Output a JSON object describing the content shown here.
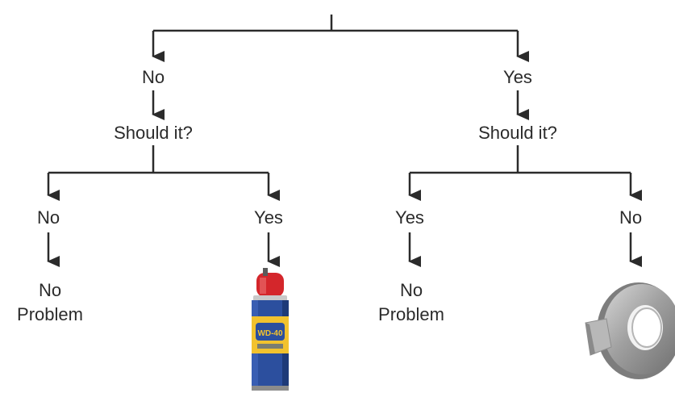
{
  "root": {
    "left": {
      "answer": "No",
      "question": "Should it?",
      "left": {
        "answer": "No",
        "outcome": [
          "No",
          "Problem"
        ]
      },
      "right": {
        "answer": "Yes",
        "outcome_icon": "wd40-spray-can-icon"
      }
    },
    "right": {
      "answer": "Yes",
      "question": "Should it?",
      "left": {
        "answer": "Yes",
        "outcome": [
          "No",
          "Problem"
        ]
      },
      "right": {
        "answer": "No",
        "outcome_icon": "duct-tape-roll-icon"
      }
    }
  },
  "can_label": "WD-40",
  "colors": {
    "line": "#2b2b2b",
    "can_blue": "#2c4f9e",
    "can_yellow": "#f2c22e",
    "can_red": "#d4262b",
    "tape": "#9a9a9a"
  }
}
